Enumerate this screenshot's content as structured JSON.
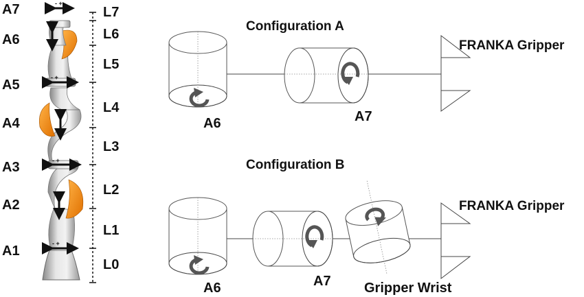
{
  "robot": {
    "axes": [
      "A7",
      "A6",
      "A5",
      "A4",
      "A3",
      "A2",
      "A1"
    ],
    "links": [
      "L7",
      "L6",
      "L5",
      "L4",
      "L3",
      "L2",
      "L1",
      "L0"
    ],
    "accent_color": "#f08a12",
    "body_color": "#c8c8c8"
  },
  "config_a": {
    "title": "Configuration A",
    "gripper_label": "FRANKA Gripper",
    "joint_labels": [
      "A6",
      "A7"
    ]
  },
  "config_b": {
    "title": "Configuration B",
    "gripper_label": "FRANKA Gripper",
    "joint_labels": [
      "A6",
      "A7"
    ],
    "wrist_label": "Gripper Wrist"
  },
  "icons": [
    "rotation-arrow-icon",
    "double-arrow-icon"
  ]
}
